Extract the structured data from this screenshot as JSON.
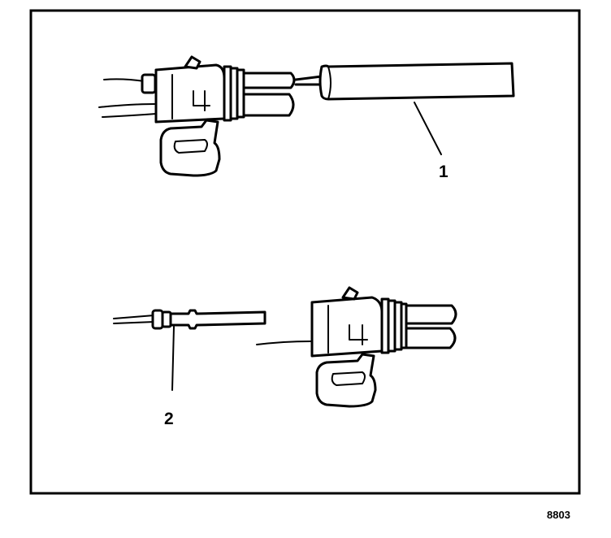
{
  "callouts": {
    "one": "1",
    "two": "2"
  },
  "figure_id": "8803"
}
